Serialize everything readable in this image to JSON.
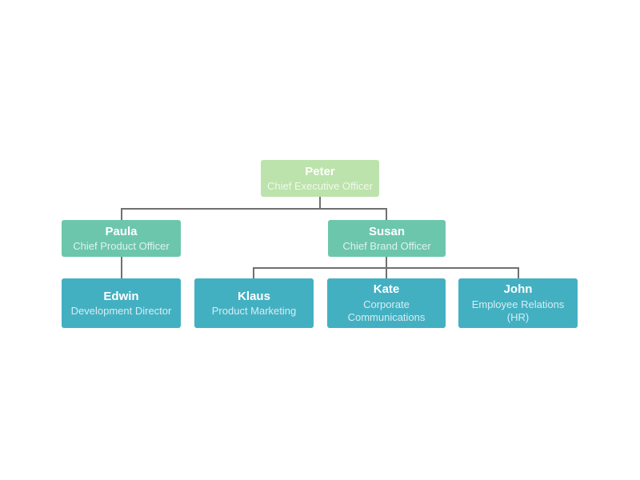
{
  "diagram": {
    "type": "org-chart",
    "nodes": [
      {
        "id": "peter",
        "name": "Peter",
        "title": "Chief Executive Officer",
        "level": 1,
        "parent": null
      },
      {
        "id": "paula",
        "name": "Paula",
        "title": "Chief Product Officer",
        "level": 2,
        "parent": "peter"
      },
      {
        "id": "susan",
        "name": "Susan",
        "title": "Chief Brand Officer",
        "level": 2,
        "parent": "peter"
      },
      {
        "id": "edwin",
        "name": "Edwin",
        "title": "Development Director",
        "level": 3,
        "parent": "paula"
      },
      {
        "id": "klaus",
        "name": "Klaus",
        "title": "Product Marketing",
        "level": 3,
        "parent": "susan"
      },
      {
        "id": "kate",
        "name": "Kate",
        "title": "Corporate Communications",
        "level": 3,
        "parent": "susan"
      },
      {
        "id": "john",
        "name": "John",
        "title": "Employee Relations (HR)",
        "level": 3,
        "parent": "susan"
      }
    ],
    "colors": {
      "background": "#ffffff",
      "level1-bg": "#bce3ab",
      "level2-bg": "#6cc6ab",
      "level3-bg": "#43b0c2",
      "name-text": "#ffffff",
      "title-text": "rgba(255,255,255,0.78)",
      "connector": "#707070"
    }
  }
}
